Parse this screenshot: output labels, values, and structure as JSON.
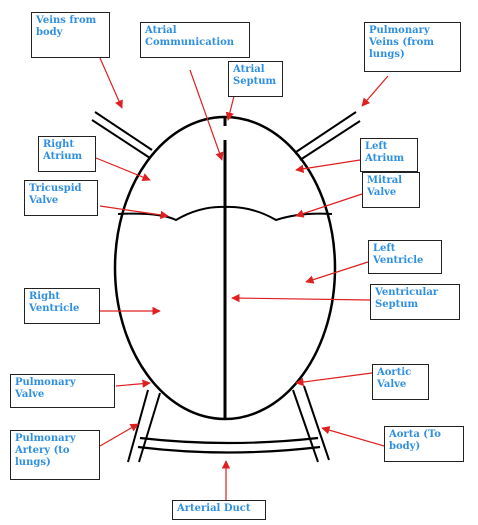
{
  "colors": {
    "label_text": "#2f8fe0",
    "arrow": "#e02020",
    "outline": "#000000"
  },
  "labels": {
    "veins_from_body": "Veins from\nbody",
    "atrial_communication": "Atrial\nCommunication",
    "atrial_septum": "Atrial\nSeptum",
    "pulmonary_veins": "Pulmonary\nVeins (from\nlungs)",
    "right_atrium": "Right\nAtrium",
    "left_atrium": "Left\nAtrium",
    "tricuspid_valve": "Tricuspid\nValve",
    "mitral_valve": "Mitral\nValve",
    "left_ventricle": "Left\nVentricle",
    "right_ventricle": "Right\nVentricle",
    "ventricular_septum": "Ventricular\nSeptum",
    "pulmonary_valve": "Pulmonary\nValve",
    "aortic_valve": "Aortic\nValve",
    "pulmonary_artery": "Pulmonary\nArtery (to\nlungs)",
    "aorta": "Aorta (To\nbody)",
    "arterial_duct": "Arterial Duct"
  }
}
